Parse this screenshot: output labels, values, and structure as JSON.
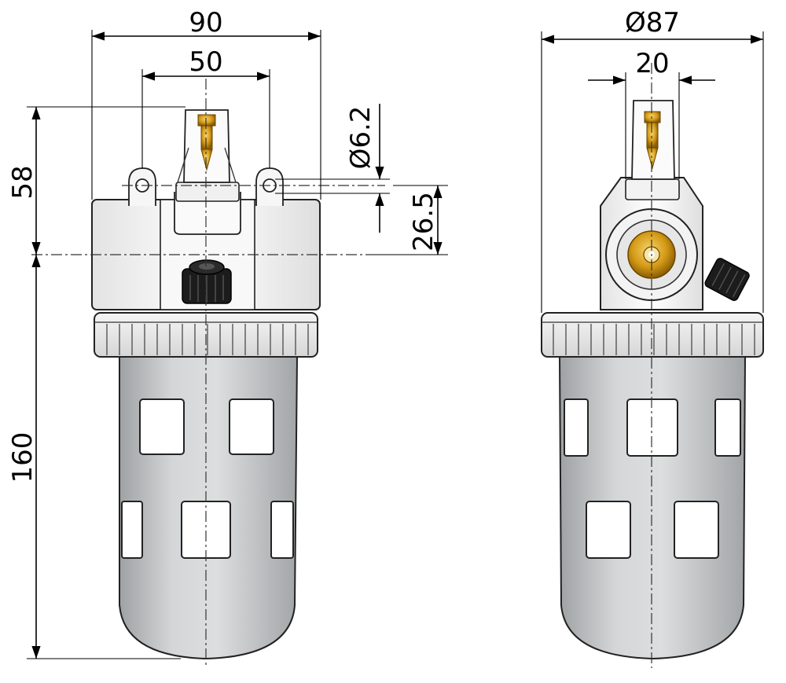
{
  "drawing": {
    "front_view": {
      "dims": {
        "overall_width": "90",
        "mount_spacing": "50",
        "hole_diameter": "Ø6.2",
        "port_offset": "26.5",
        "top_height": "58",
        "bowl_height": "160"
      }
    },
    "side_view": {
      "dims": {
        "bowl_diameter": "Ø87",
        "port_width": "20"
      }
    },
    "colors": {
      "body": "#f4f4f4",
      "bowl": "#c9cbcc",
      "brass": "#d49a16",
      "knob": "#1c1c1c",
      "line": "#000000"
    }
  }
}
